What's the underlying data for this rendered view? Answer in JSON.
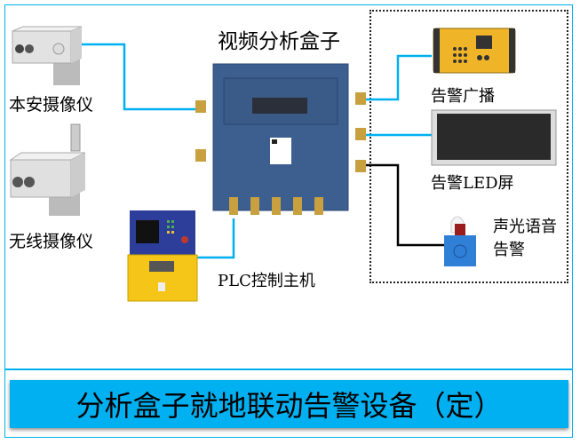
{
  "title": "视频分析盒子",
  "devices": {
    "camera_intrinsic": "本安摄像仪",
    "camera_wireless": "无线摄像仪",
    "plc": "PLC控制主机",
    "broadcast": "告警广播",
    "led": "告警LED屏",
    "alarm_line1": "声光语音",
    "alarm_line2": "告警"
  },
  "banner": "分析盒子就地联动告警设备（定）",
  "colors": {
    "accent": "#00b0f0",
    "box": "#3d5f8f",
    "yellow": "#f5c518",
    "plc_blue": "#2c3e9a"
  }
}
